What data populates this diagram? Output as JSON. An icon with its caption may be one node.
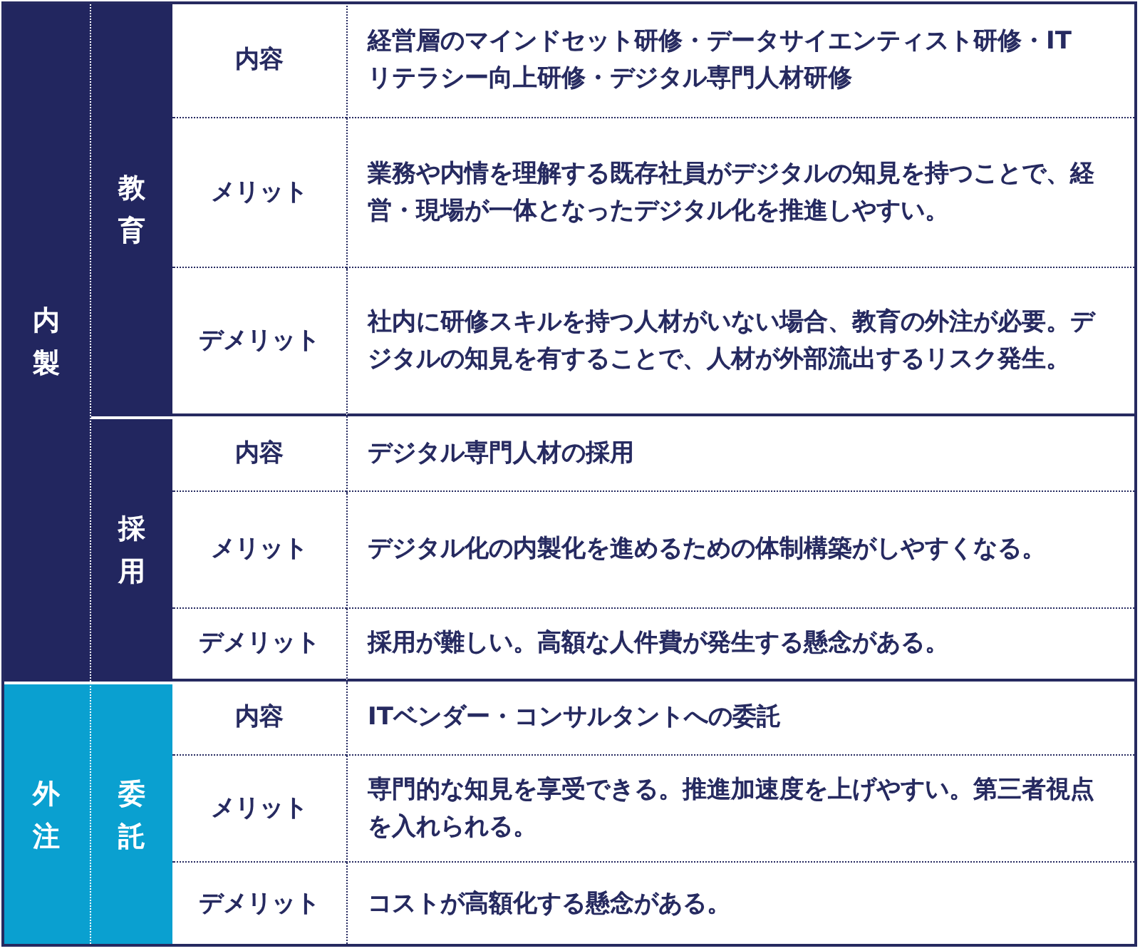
{
  "diagram": {
    "nodes": [
      {
        "text": [
          "内製"
        ]
      },
      {
        "text": [
          "教育"
        ]
      },
      {
        "text": [
          "採用"
        ]
      },
      {
        "text": [
          "外注"
        ]
      },
      {
        "text": [
          "委託"
        ]
      }
    ],
    "labels": [
      "内容",
      "経営層のマインドセット研修・データサイエンティスト研修・IT リテラシー向上研修・デジタル専門人材研修",
      "メリット",
      "業務や内情を理解する既存社員がデジタルの知見を持つことで、経営・現場が一体となったデジタル化を推進しやすい。",
      "デメリット",
      "社内に研修スキルを持つ人材がいない場合、教育の外注が必要。デジタルの知見を有することで、人材が外部流出するリスク発生。",
      "内容",
      "デジタル専門人材の採用",
      "メリット",
      "デジタル化の内製化を進めるための体制構築がしやすくなる。",
      "デメリット",
      "採用が難しい。高額な人件費が発生する懸念がある。",
      "内容",
      "ITベンダー・コンサルタントへの委託",
      "メリット",
      "専門的な知見を享受できる。推進加速度を上げやすい。第三者視点を入れられる。",
      "デメリット",
      "コストが高額化する懸念がある。"
    ]
  }
}
